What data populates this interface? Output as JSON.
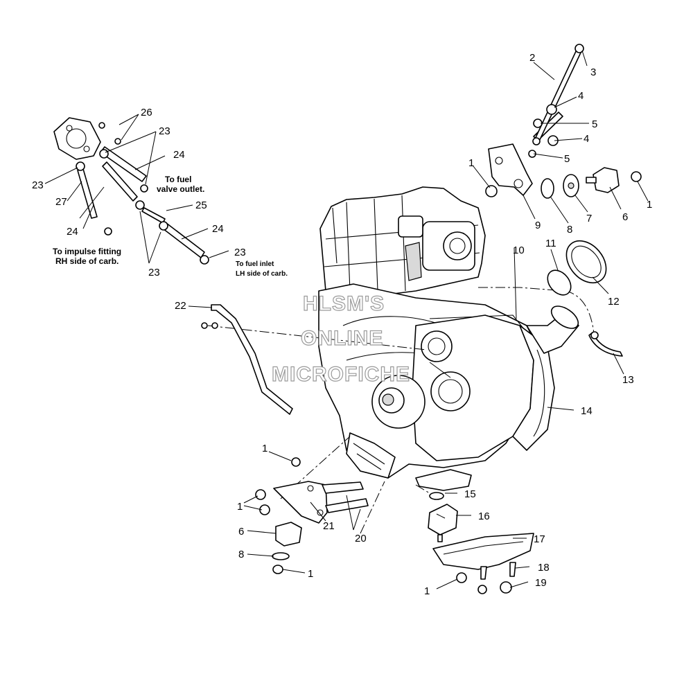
{
  "diagram": {
    "callouts": {
      "c1a": "1",
      "c1b": "1",
      "c1c": "1",
      "c1d": "1",
      "c1e": "1",
      "c1f": "1",
      "c2": "2",
      "c3": "3",
      "c4a": "4",
      "c4b": "4",
      "c5a": "5",
      "c5b": "5",
      "c6a": "6",
      "c6b": "6",
      "c7": "7",
      "c8a": "8",
      "c8b": "8",
      "c9": "9",
      "c10": "10",
      "c11": "11",
      "c12": "12",
      "c13": "13",
      "c14": "14",
      "c15": "15",
      "c16": "16",
      "c17": "17",
      "c18": "18",
      "c19": "19",
      "c20": "20",
      "c21": "21",
      "c22": "22",
      "c23a": "23",
      "c23b": "23",
      "c23c": "23",
      "c23d": "23",
      "c24a": "24",
      "c24b": "24",
      "c24c": "24",
      "c25": "25",
      "c26": "26",
      "c27": "27"
    },
    "notes": {
      "fuel_valve_line1": "To fuel",
      "fuel_valve_line2": "valve outlet.",
      "impulse_line1": "To impulse fitting",
      "impulse_line2": "RH side of carb.",
      "inlet_line1": "To fuel inlet",
      "inlet_line2": "LH side of carb."
    },
    "watermark": {
      "line1": "HLSM'S",
      "line2": "ONLINE",
      "line3": "MICROFICHE"
    }
  }
}
